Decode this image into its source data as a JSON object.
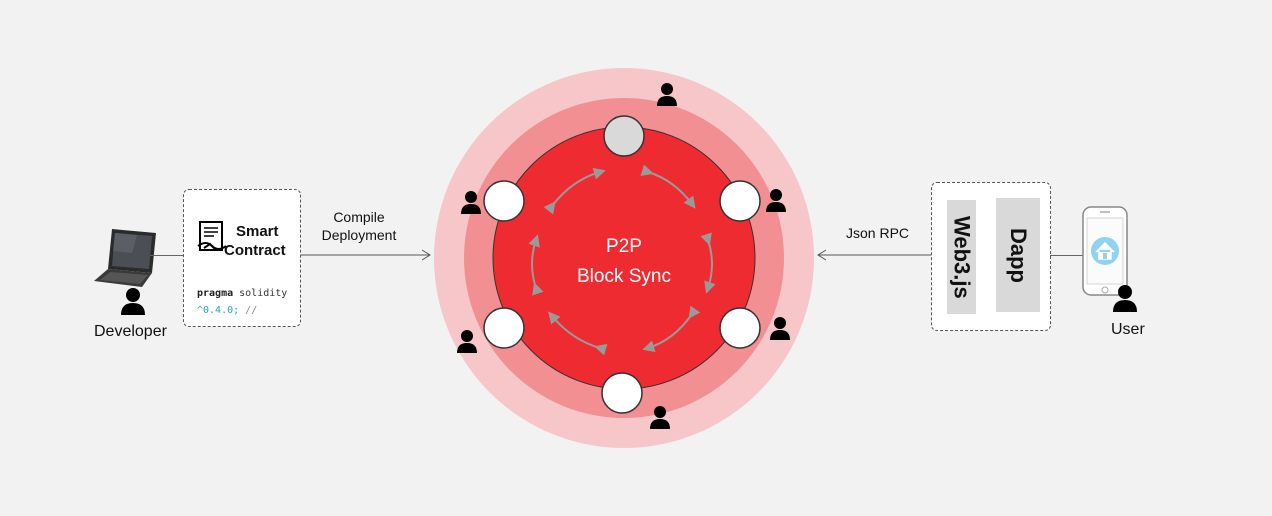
{
  "developer": {
    "label": "Developer"
  },
  "contract": {
    "title_line1": "Smart",
    "title_line2": "Contract",
    "code_keyword": "pragma",
    "code_text": " solidity",
    "code_version": "^0.4.0;",
    "code_comment": " //"
  },
  "arrow_left": {
    "line1": "Compile",
    "line2": "Deployment"
  },
  "network": {
    "line1": "P2P",
    "line2": "Block Sync"
  },
  "arrow_right": {
    "label": "Json RPC"
  },
  "client": {
    "web3": "Web3.js",
    "dapp": "Dapp"
  },
  "user": {
    "label": "User"
  },
  "colors": {
    "outer_ring": "#f6c6c8",
    "middle_ring": "#f28f92",
    "core": "#ee2b31",
    "node": "#ffffff",
    "node_inactive": "#d9d9d9",
    "sync_arrow": "#9a9a9a"
  }
}
